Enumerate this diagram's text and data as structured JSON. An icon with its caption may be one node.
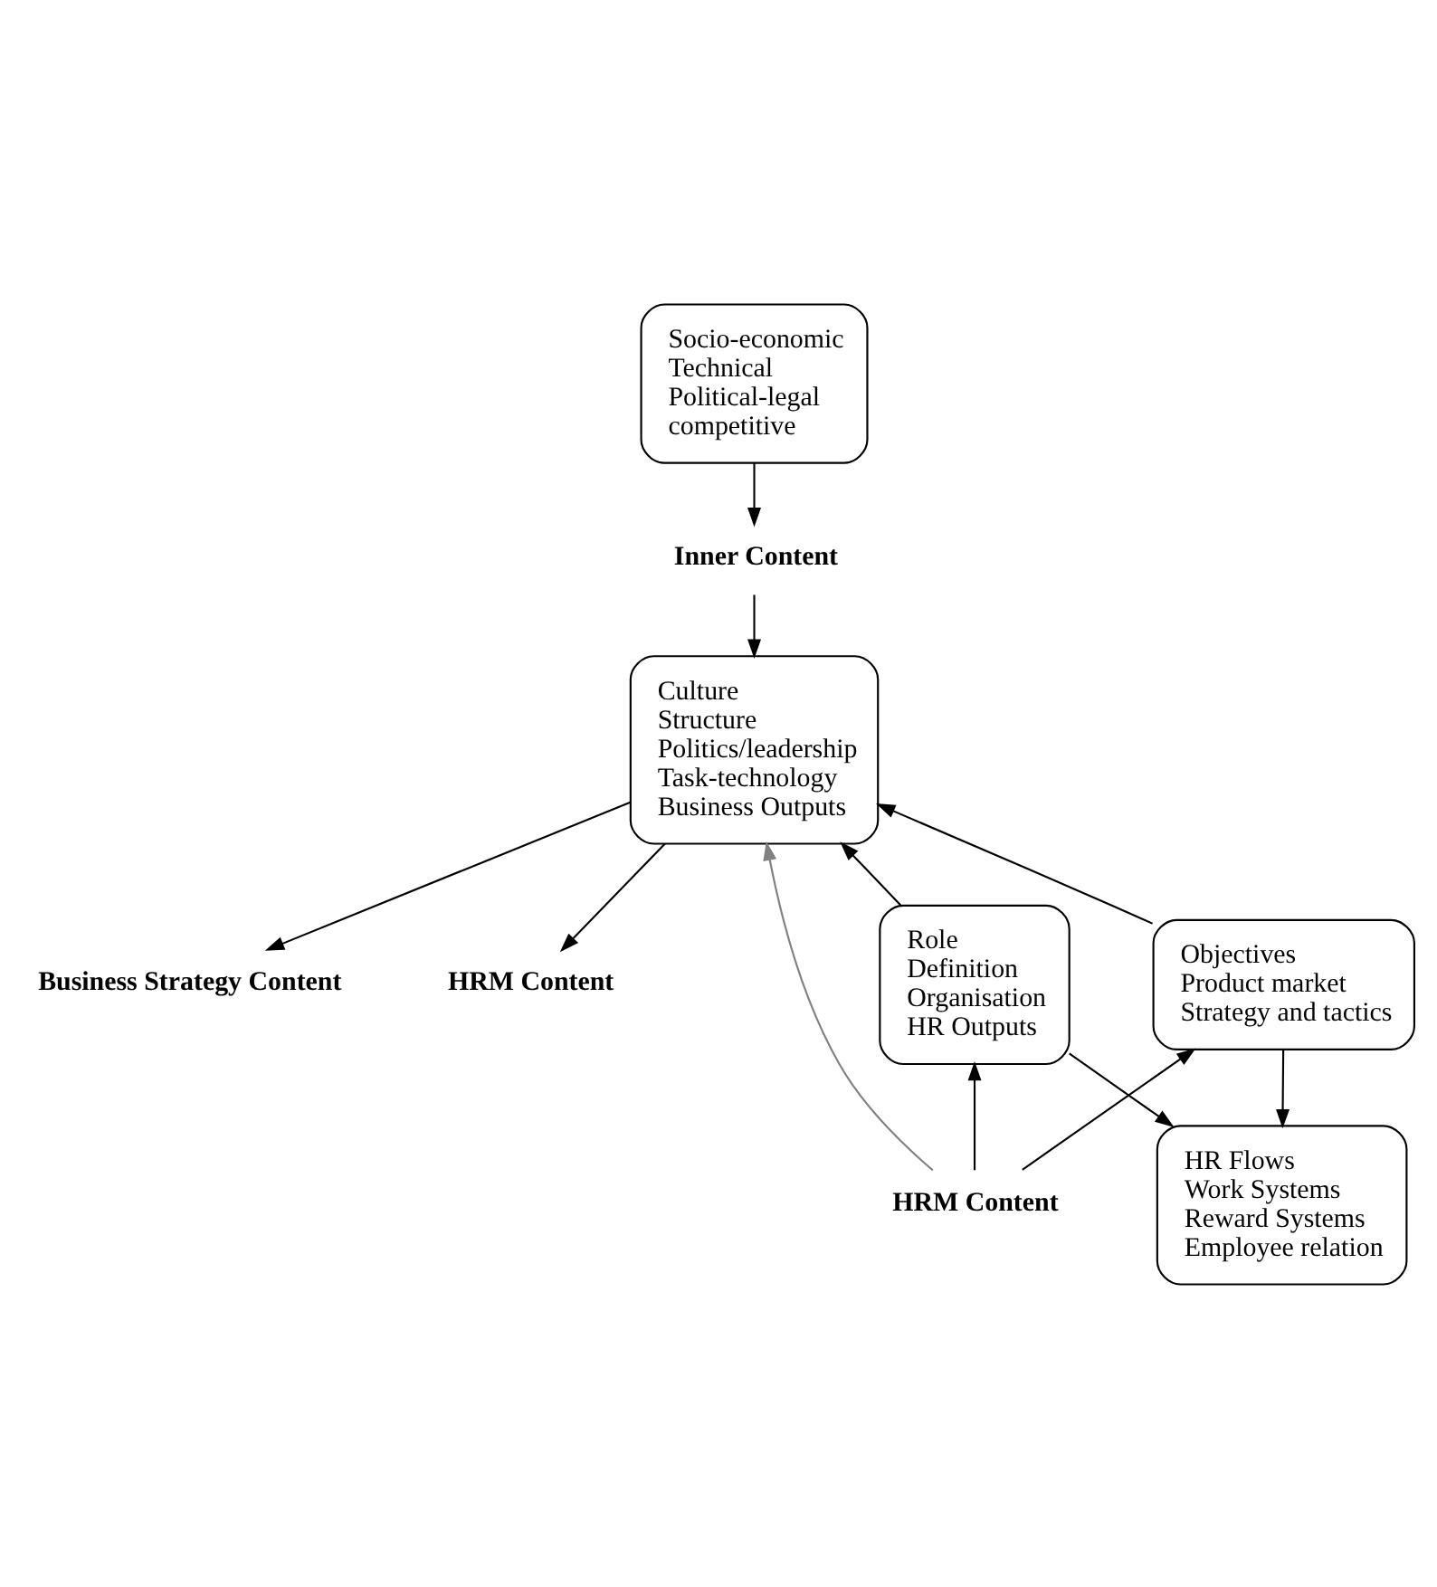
{
  "diagram": {
    "nodes": [
      {
        "text": [
          "Socio-economic",
          "Technical",
          "Political-legal",
          "competitive"
        ]
      },
      {
        "text": [
          "Inner Content"
        ]
      },
      {
        "text": [
          "Culture",
          "Structure",
          "Politics/leadership",
          "Task-technology",
          "Business Outputs"
        ]
      },
      {
        "text": [
          "Business Strategy Content"
        ]
      },
      {
        "text": [
          "HRM Content"
        ]
      },
      {
        "text": [
          "Objectives",
          "Product market",
          "Strategy and tactics"
        ]
      },
      {
        "text": [
          "Role",
          "Definition",
          "Organisation",
          "HR Outputs"
        ]
      },
      {
        "text": [
          "HRM Content"
        ]
      },
      {
        "text": [
          "HR Flows",
          "Work Systems",
          "Reward Systems",
          "Employee relation"
        ]
      }
    ],
    "edges": [
      {
        "from": 0,
        "to": 1,
        "arrow": "to"
      },
      {
        "from": 1,
        "to": 2,
        "arrow": "to"
      },
      {
        "from": 2,
        "to": 3,
        "arrow": "to"
      },
      {
        "from": 2,
        "to": 4,
        "arrow": "to"
      },
      {
        "from": 5,
        "to": 2,
        "arrow": "to"
      },
      {
        "from": 7,
        "to": 5,
        "arrow": "to"
      },
      {
        "from": 7,
        "to": 2,
        "arrow": "to",
        "color": "#808080"
      },
      {
        "from": 6,
        "to": 2,
        "arrow": "to"
      },
      {
        "from": 7,
        "to": 6,
        "arrow": "to"
      },
      {
        "from": 5,
        "to": 8,
        "arrow": "to"
      },
      {
        "from": 6,
        "to": 8,
        "arrow": "to"
      }
    ]
  }
}
